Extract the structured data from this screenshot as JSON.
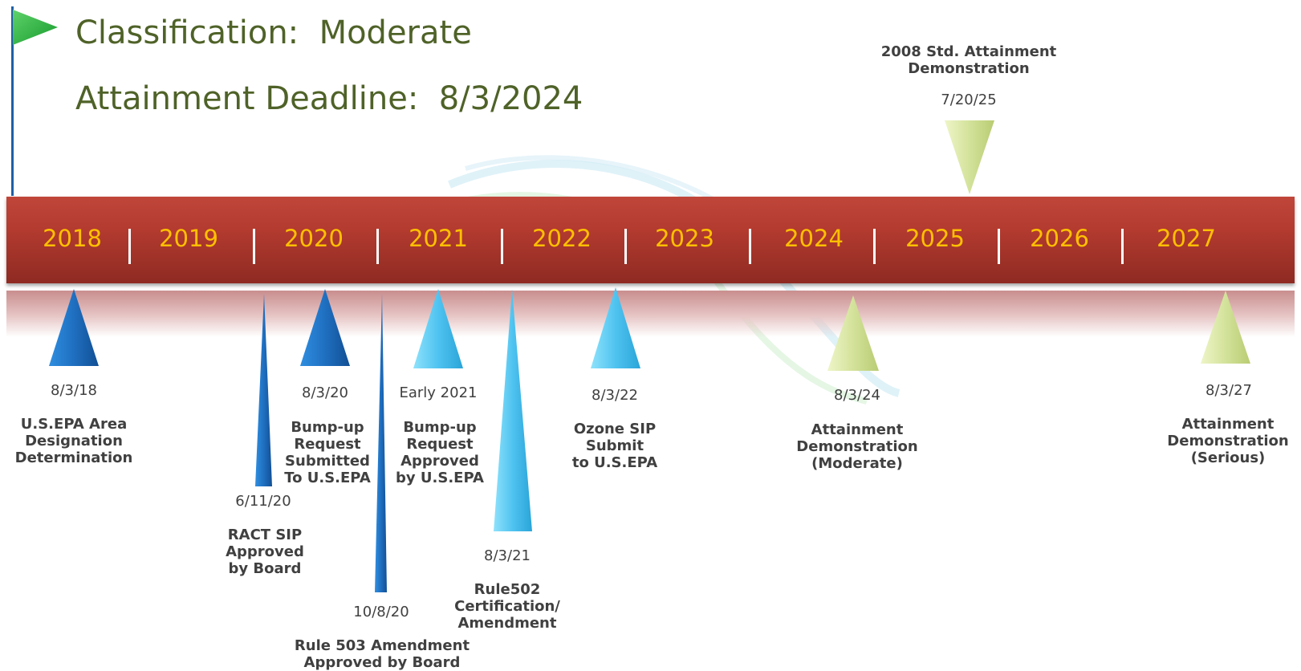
{
  "header": {
    "classification": "Classification:  Moderate",
    "deadline": "Attainment Deadline:  8/3/2024"
  },
  "colors": {
    "band": "#b23a2f",
    "year_text": "#ffc000",
    "header_text": "#4f6228",
    "marker_dark_blue": "#1f78c8",
    "marker_light_blue": "#4fc3f0",
    "marker_green": "#d3e29a",
    "flag": "#22a83a"
  },
  "years": [
    "2018",
    "2019",
    "2020",
    "2021",
    "2022",
    "2023",
    "2024",
    "2025",
    "2026",
    "2027"
  ],
  "milestones": [
    {
      "date": "8/3/18",
      "label": "U.S.EPA Area\nDesignation\nDetermination",
      "color": "dark-blue",
      "direction": "up"
    },
    {
      "date": "6/11/20",
      "label": "RACT SIP\nApproved\nby Board",
      "color": "dark-blue",
      "direction": "up"
    },
    {
      "date": "8/3/20",
      "label": "Bump-up\nRequest\nSubmitted\nTo U.S.EPA",
      "color": "dark-blue",
      "direction": "up"
    },
    {
      "date": "10/8/20",
      "label": "Rule 503 Amendment\nApproved by Board",
      "color": "dark-blue",
      "direction": "up"
    },
    {
      "date": "Early 2021",
      "label": "Bump-up\nRequest\nApproved\nby U.S.EPA",
      "color": "light-blue",
      "direction": "up"
    },
    {
      "date": "8/3/21",
      "label": "Rule502\nCertification/\nAmendment",
      "color": "light-blue",
      "direction": "up"
    },
    {
      "date": "8/3/22",
      "label": "Ozone SIP\nSubmit\nto U.S.EPA",
      "color": "light-blue",
      "direction": "up"
    },
    {
      "date": "8/3/24",
      "label": "Attainment\nDemonstration\n(Moderate)",
      "color": "green",
      "direction": "up"
    },
    {
      "date": "8/3/27",
      "label": "Attainment\nDemonstration\n(Serious)",
      "color": "green",
      "direction": "up"
    },
    {
      "date": "7/20/25",
      "label": "2008 Std. Attainment\nDemonstration",
      "color": "green",
      "direction": "down"
    }
  ]
}
